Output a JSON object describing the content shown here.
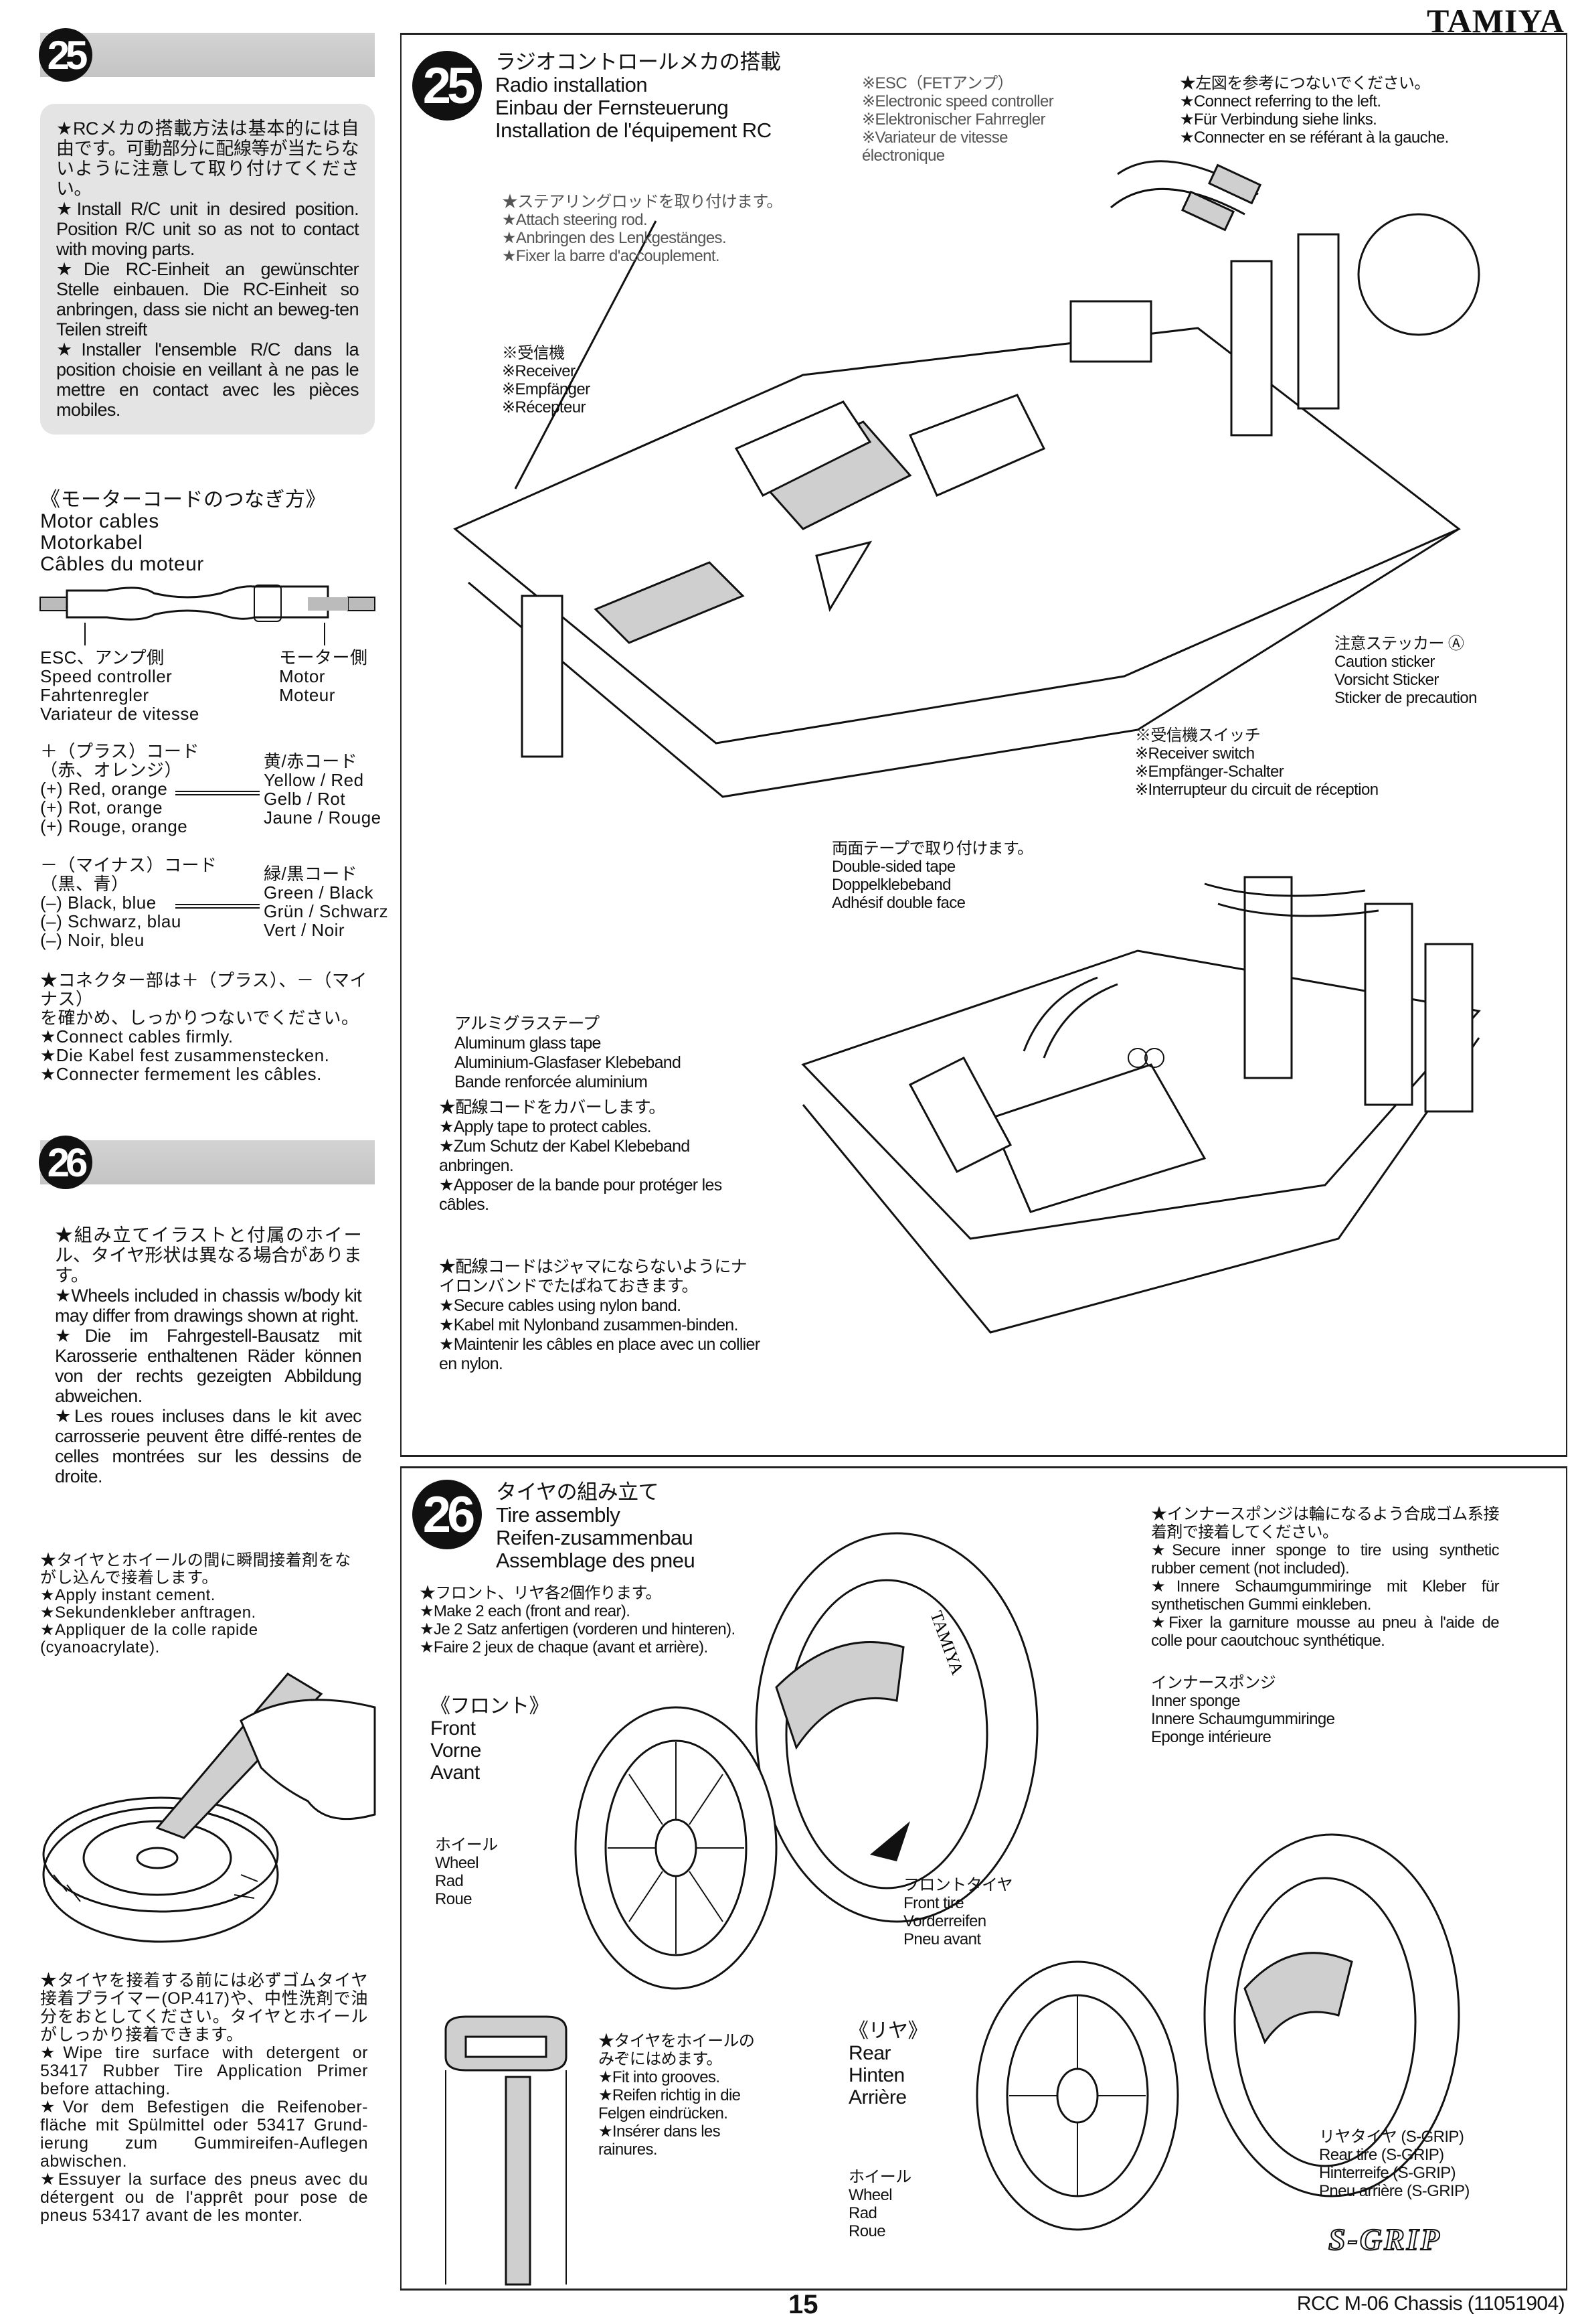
{
  "brand": "TAMIYA",
  "left": {
    "step25": {
      "number": "25",
      "notes": [
        "★RCメカの搭載方法は基本的には自由です。可動部分に配線等が当たらないように注意して取り付けてください。",
        "★Install R/C unit in desired position. Position R/C unit so as not to contact with moving parts.",
        "★Die RC-Einheit an gewünschter Stelle einbauen. Die RC-Einheit so anbringen, dass sie nicht an beweg-ten Teilen streift",
        "★Installer l'ensemble R/C dans la position choisie en veillant à ne pas le mettre en contact avec les pièces mobiles."
      ]
    },
    "motor_cables": {
      "title": [
        "《モーターコードのつなぎ方》",
        "Motor cables",
        "Motorkabel",
        "Câbles du moteur"
      ],
      "esc_side": [
        "ESC、アンプ側",
        "Speed controller",
        "Fahrtenregler",
        "Variateur de vitesse"
      ],
      "motor_side": [
        "モーター側",
        "Motor",
        "Moteur"
      ],
      "plus_code": [
        "＋（プラス）コード",
        "（赤、オレンジ）",
        "(+) Red, orange",
        "(+) Rot, orange",
        "(+) Rouge, orange"
      ],
      "yellow_red": [
        "黄/赤コード",
        "Yellow / Red",
        "Gelb / Rot",
        "Jaune / Rouge"
      ],
      "minus_code": [
        "－（マイナス）コード",
        "（黒、青）",
        "(–) Black, blue",
        "(–) Schwarz, blau",
        "(–) Noir, bleu"
      ],
      "green_black": [
        "緑/黒コード",
        "Green / Black",
        "Grün / Schwarz",
        "Vert / Noir"
      ],
      "connect_notes": [
        "★コネクター部は＋（プラス）、－（マイナス）",
        "を確かめ、しっかりつないでください。",
        "★Connect cables firmly.",
        "★Die Kabel fest zusammenstecken.",
        "★Connecter fermement les câbles."
      ]
    },
    "step26": {
      "number": "26",
      "notes": [
        "★組み立てイラストと付属のホイール、タイヤ形状は異なる場合があります。",
        "★Wheels included in chassis w/body kit may differ from drawings shown at right.",
        "★Die im Fahrgestell-Bausatz mit Karosserie enthaltenen Räder können von der rechts gezeigten Abbildung abweichen.",
        "★Les roues incluses dans le kit avec carrosserie peuvent être diffé-rentes de celles montrées sur les dessins de droite."
      ]
    },
    "cement_notes": [
      "★タイヤとホイールの間に瞬間接着剤をな",
      "がし込んで接着します。",
      "★Apply instant cement.",
      "★Sekundenkleber anftragen.",
      "★Appliquer de la colle rapide",
      "(cyanoacrylate)."
    ],
    "primer_notes": [
      "★タイヤを接着する前には必ずゴムタイヤ接着プライマー(OP.417)や、中性洗剤で油分をおとしてください。タイヤとホイールがしっかり接着できます。",
      "★Wipe tire surface with detergent or 53417 Rubber Tire Application Primer before attaching.",
      "★Vor dem Befestigen die Reifenober-fläche mit Spülmittel oder 53417 Grund-ierung zum Gummireifen-Auflegen abwischen.",
      "★Essuyer la surface des pneus avec du détergent ou de l'apprêt pour pose de pneus 53417 avant de les monter."
    ]
  },
  "panel25": {
    "number": "25",
    "title": [
      "ラジオコントロールメカの搭載",
      "Radio installation",
      "Einbau der Fernsteuerung",
      "Installation de l'équipement RC"
    ],
    "steering": [
      "★ステアリングロッドを取り付けます。",
      "★Attach steering rod.",
      "★Anbringen des Lenkgestänges.",
      "★Fixer la barre d'accouplement."
    ],
    "receiver": [
      "※受信機",
      "※Receiver",
      "※Empfänger",
      "※Récepteur"
    ],
    "esc": [
      "※ESC（FETアンプ）",
      "※Electronic speed controller",
      "※Elektronischer Fahrregler",
      "※Variateur de vitesse",
      "électronique"
    ],
    "connect": [
      "★左図を参考につないでください。",
      "★Connect referring to the left.",
      "★Für Verbindung siehe links.",
      "★Connecter en se référant à la gauche."
    ],
    "caution": [
      "注意ステッカー Ⓐ",
      "Caution sticker",
      "Vorsicht Sticker",
      "Sticker de precaution"
    ],
    "switch": [
      "※受信機スイッチ",
      "※Receiver switch",
      "※Empfänger-Schalter",
      "※Interrupteur du circuit de réception"
    ],
    "tape": [
      "両面テープで取り付けます。",
      "Double-sided tape",
      "Doppelklebeband",
      "Adhésif double face"
    ],
    "alu_tape": [
      "アルミグラステープ",
      "Aluminum glass tape",
      "Aluminium-Glasfaser Klebeband",
      "Bande renforcée aluminium"
    ],
    "alu_notes": [
      "★配線コードをカバーします。",
      "★Apply tape to protect cables.",
      "★Zum Schutz der Kabel Klebeband anbringen.",
      "★Apposer de la bande pour protéger les câbles."
    ],
    "nylon_notes": [
      "★配線コードはジャマにならないようにナイロンバンドでたばねておきます。",
      "★Secure cables using nylon band.",
      "★Kabel mit Nylonband zusammen-binden.",
      "★Maintenir les câbles en place avec un collier en nylon."
    ]
  },
  "panel26": {
    "number": "26",
    "title": [
      "タイヤの組み立て",
      "Tire assembly",
      "Reifen-zusammenbau",
      "Assemblage des pneu"
    ],
    "make": [
      "★フロント、リヤ各2個作ります。",
      "★Make 2 each (front and rear).",
      "★Je 2 Satz anfertigen (vorderen und hinteren).",
      "★Faire 2 jeux de chaque (avant et arrière)."
    ],
    "front": [
      "《フロント》",
      "Front",
      "Vorne",
      "Avant"
    ],
    "wheel_front": [
      "ホイール",
      "Wheel",
      "Rad",
      "Roue"
    ],
    "sponge_notes": [
      "★インナースポンジは輪になるよう合成ゴム系接着剤で接着してください。",
      "★Secure inner sponge to tire using synthetic rubber cement (not included).",
      "★Innere Schaumgummiringe mit Kleber für synthetischen Gummi einkleben.",
      "★Fixer la garniture mousse au pneu à l'aide de colle pour caoutchouc synthétique."
    ],
    "sponge": [
      "インナースポンジ",
      "Inner sponge",
      "Innere Schaumgummiringe",
      "Eponge intérieure"
    ],
    "front_tire": [
      "フロントタイヤ",
      "Front tire",
      "Vorderreifen",
      "Pneu avant"
    ],
    "rear": [
      "《リヤ》",
      "Rear",
      "Hinten",
      "Arrière"
    ],
    "groove_notes": [
      "★タイヤをホイールの",
      "みぞにはめます。",
      "★Fit into grooves.",
      "★Reifen richtig in die",
      "Felgen eindrücken.",
      "★Insérer dans les",
      "rainures."
    ],
    "wheel_rear": [
      "ホイール",
      "Wheel",
      "Rad",
      "Roue"
    ],
    "rear_tire": [
      "リヤタイヤ (S-GRIP)",
      "Rear tire (S-GRIP)",
      "Hinterreife (S-GRIP)",
      "Pneu arrière (S-GRIP)"
    ],
    "sgrip_logo": "S-GRIP",
    "tire_brand": "TAMIYA"
  },
  "footer": {
    "page": "15",
    "model": "RCC M-06 Chassis (11051904)"
  }
}
